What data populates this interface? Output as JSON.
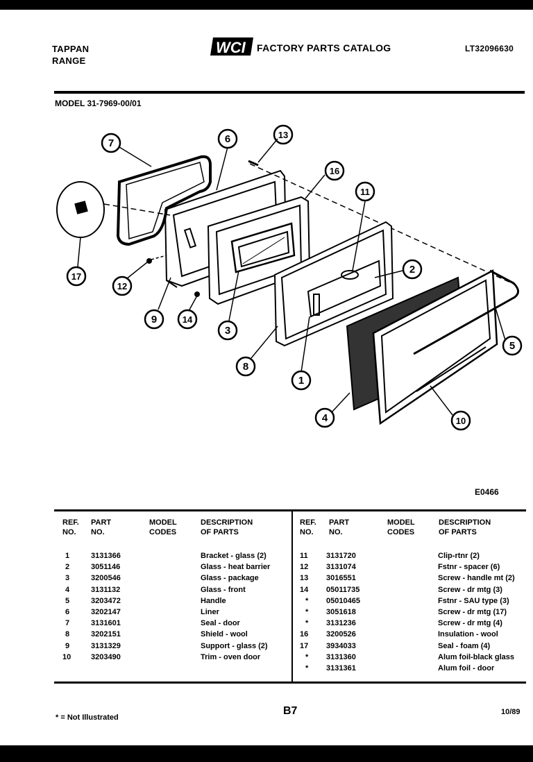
{
  "header": {
    "brand_line1": "TAPPAN",
    "brand_line2": "RANGE",
    "logo_text": "WCI",
    "catalog_title": "FACTORY PARTS CATALOG",
    "catalog_number": "LT32096630",
    "model": "MODEL 31-7969-00/01"
  },
  "diagram": {
    "code": "E0466",
    "callouts": [
      "1",
      "2",
      "3",
      "4",
      "5",
      "6",
      "7",
      "8",
      "9",
      "10",
      "11",
      "12",
      "13",
      "14",
      "16",
      "17"
    ]
  },
  "table": {
    "headers": {
      "ref": "REF.\nNO.",
      "part": "PART\nNO.",
      "model": "MODEL\nCODES",
      "desc": "DESCRIPTION\nOF PARTS"
    },
    "left": [
      {
        "ref": "1",
        "part": "3131366",
        "desc": "Bracket - glass (2)"
      },
      {
        "ref": "2",
        "part": "3051146",
        "desc": "Glass - heat barrier"
      },
      {
        "ref": "3",
        "part": "3200546",
        "desc": "Glass - package"
      },
      {
        "ref": "4",
        "part": "3131132",
        "desc": "Glass - front"
      },
      {
        "ref": "5",
        "part": "3203472",
        "desc": "Handle"
      },
      {
        "ref": "6",
        "part": "3202147",
        "desc": "Liner"
      },
      {
        "ref": "7",
        "part": "3131601",
        "desc": "Seal - door"
      },
      {
        "ref": "8",
        "part": "3202151",
        "desc": "Shield - wool"
      },
      {
        "ref": "9",
        "part": "3131329",
        "desc": "Support - glass (2)"
      },
      {
        "ref": "10",
        "part": "3203490",
        "desc": "Trim - oven door"
      }
    ],
    "right": [
      {
        "ref": "11",
        "part": "3131720",
        "desc": "Clip-rtnr (2)"
      },
      {
        "ref": "12",
        "part": "3131074",
        "desc": "Fstnr - spacer (6)"
      },
      {
        "ref": "13",
        "part": "3016551",
        "desc": "Screw - handle mt (2)"
      },
      {
        "ref": "14",
        "part": "05011735",
        "desc": "Screw - dr mtg (3)"
      },
      {
        "ref": "*",
        "part": "05010465",
        "desc": "Fstnr - SAU type (3)"
      },
      {
        "ref": "*",
        "part": "3051618",
        "desc": "Screw - dr mtg (17)"
      },
      {
        "ref": "*",
        "part": "3131236",
        "desc": "Screw - dr mtg (4)"
      },
      {
        "ref": "16",
        "part": "3200526",
        "desc": "Insulation - wool"
      },
      {
        "ref": "17",
        "part": "3934033",
        "desc": "Seal - foam (4)"
      },
      {
        "ref": "*",
        "part": "3131360",
        "desc": "Alum foil-black glass"
      },
      {
        "ref": "*",
        "part": "3131361",
        "desc": "Alum foil - door"
      }
    ]
  },
  "footer": {
    "note": "* = Not Illustrated",
    "page": "B7",
    "date": "10/89"
  }
}
